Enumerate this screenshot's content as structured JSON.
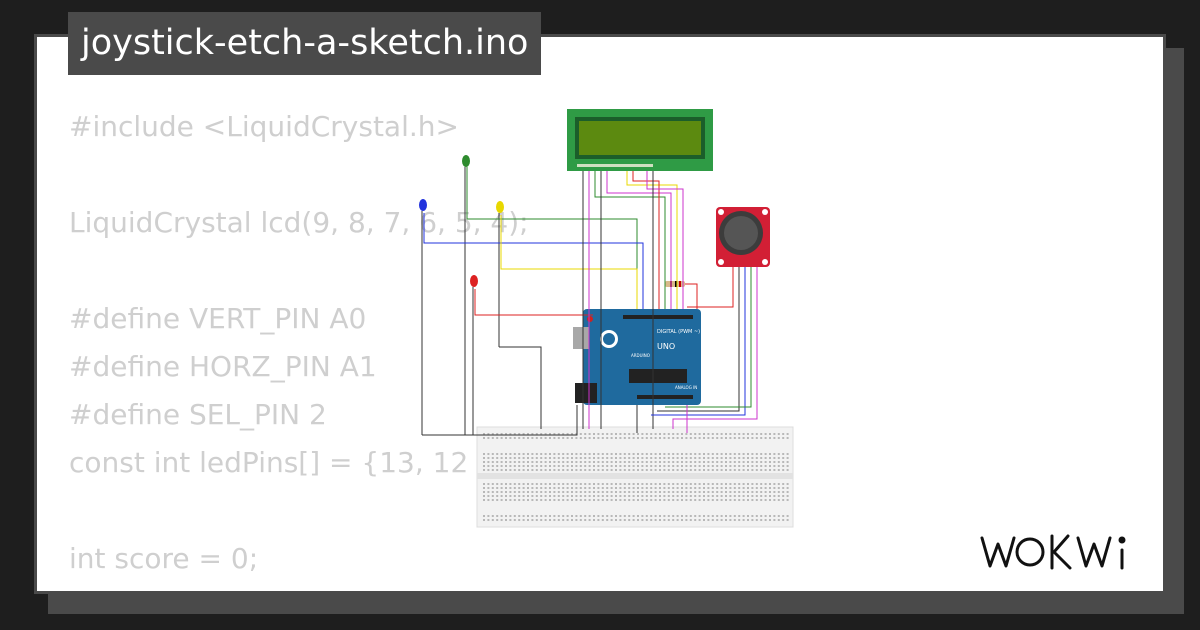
{
  "project": {
    "filename": "joystick-etch-a-sketch.ino"
  },
  "code_lines": [
    "#include <LiquidCrystal.h>",
    "",
    "LiquidCrystal lcd(9, 8, 7, 6, 5, 4);",
    "",
    "#define VERT_PIN A0",
    "#define HORZ_PIN A1",
    "#define SEL_PIN 2",
    "const int ledPins[] = {13, 12",
    "",
    "int score = 0;"
  ],
  "circuit": {
    "arduino_model": "UNO",
    "arduino_brand": "ARDUINO",
    "digital_header_label": "DIGITAL (PWM ~)",
    "analog_header_label": "ANALOG IN",
    "led_colors": [
      "#2e8b2e",
      "#2233dd",
      "#e8d800",
      "#dd2222"
    ]
  },
  "brand": {
    "logo_text": "WOKWi"
  }
}
